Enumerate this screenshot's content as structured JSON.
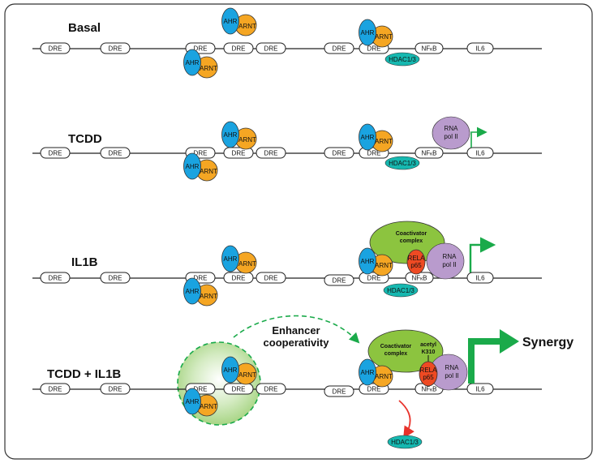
{
  "labels": {
    "dre": "DRE",
    "nfkb_prefix": "NF",
    "nfkb_sub": "κ",
    "nfkb_suffix": "B",
    "il6": "IL6",
    "ahr": "AHR",
    "arnt": "ARNT",
    "hdac": "HDAC1/3",
    "rna_line1": "RNA",
    "rna_line2": "pol II",
    "coact_line1": "Coactivator",
    "coact_line2": "complex",
    "rela_line1": "RELA",
    "rela_line2": "p65",
    "acetyl_line1": "acetyl",
    "acetyl_line2": "K310",
    "enhancer_line1": "Enhancer",
    "enhancer_line2": "cooperativity",
    "synergy": "Synergy"
  },
  "rows": [
    {
      "label": "Basal"
    },
    {
      "label": "TCDD"
    },
    {
      "label": "IL1B"
    },
    {
      "label": "TCDD + IL1B"
    }
  ],
  "colors": {
    "ahr": "#1aa3e0",
    "arnt": "#f5a623",
    "hdac": "#16b8b0",
    "rna_pol": "#b99bcd",
    "coactivator": "#8cc43f",
    "rela": "#ee4a23",
    "arrow_green": "#1aaa4a",
    "arrow_red": "#e8322b",
    "enhancer_halo": "#a8d585"
  }
}
